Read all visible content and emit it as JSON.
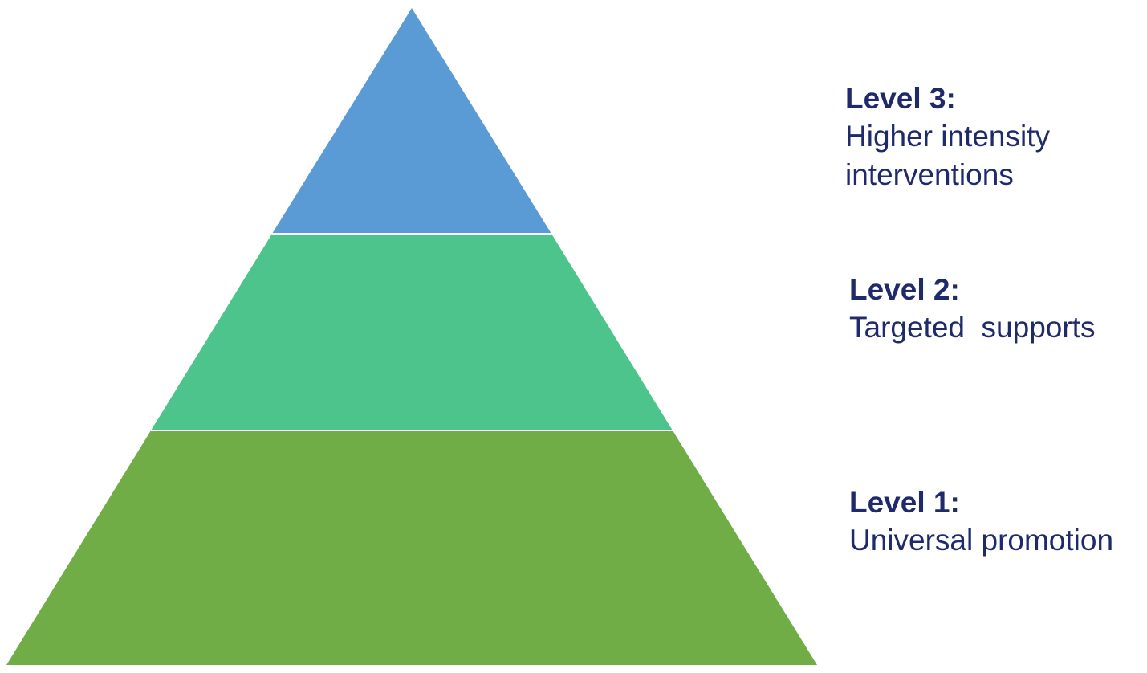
{
  "levels": [
    {
      "id": "level-3",
      "title": "Level 3:",
      "description": "Higher intensity\ninterventions",
      "color": "#5b9bd5"
    },
    {
      "id": "level-2",
      "title": "Level 2:",
      "description": "Targeted  supports",
      "color": "#4cc48c"
    },
    {
      "id": "level-1",
      "title": "Level 1:",
      "description": "Universal promotion",
      "color": "#70ad47"
    }
  ],
  "text_color": "#1f2a6b"
}
